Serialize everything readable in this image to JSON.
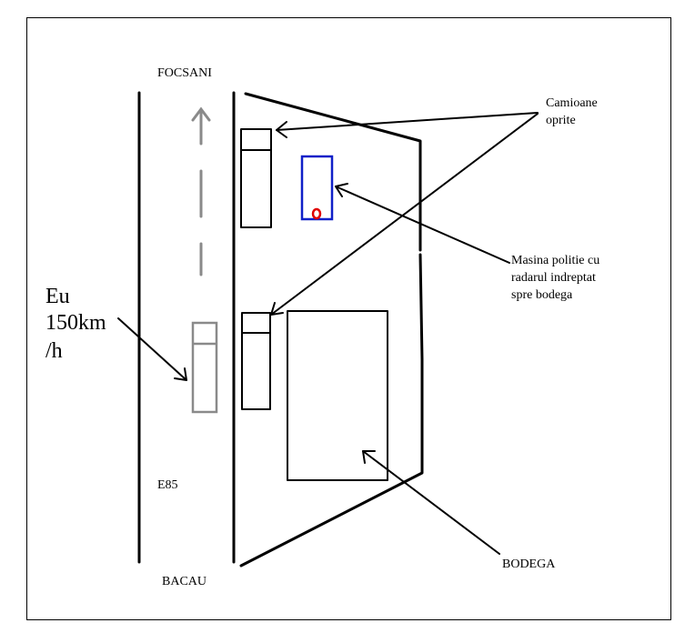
{
  "labels": {
    "top_city": "FOCSANI",
    "bottom_city": "BACAU",
    "road": "E85",
    "trucks": [
      "Camioane",
      "oprite"
    ],
    "police": [
      "Masina politie cu",
      "radarul indreptat",
      "spre bodega"
    ],
    "bodega": "BODEGA",
    "me": [
      "Eu",
      "150km",
      "/h"
    ]
  },
  "colors": {
    "ink": "#000000",
    "my_car": "#8a8a8a",
    "police_car": "#1020c8",
    "radar": "#e00000"
  }
}
